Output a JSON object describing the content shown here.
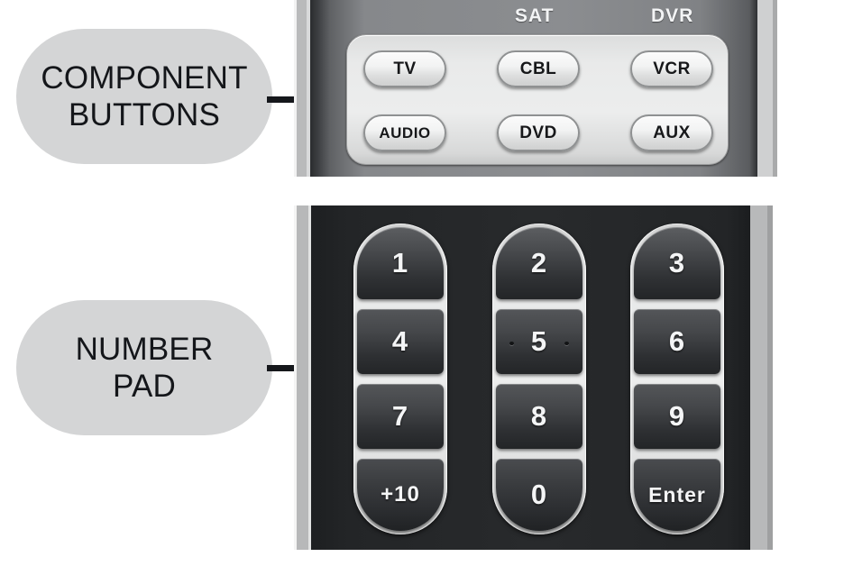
{
  "callouts": [
    {
      "id": "component",
      "line1": "COMPONENT",
      "line2": "BUTTONS"
    },
    {
      "id": "numberpad",
      "line1": "NUMBER",
      "line2": "PAD"
    }
  ],
  "remote": {
    "component_section": {
      "top_labels": {
        "sat": "SAT",
        "dvr": "DVR"
      },
      "buttons": [
        {
          "key": "tv",
          "label": "TV"
        },
        {
          "key": "cbl",
          "label": "CBL"
        },
        {
          "key": "vcr",
          "label": "VCR"
        },
        {
          "key": "audio",
          "label": "AUDIO"
        },
        {
          "key": "dvd",
          "label": "DVD"
        },
        {
          "key": "aux",
          "label": "AUX"
        }
      ]
    },
    "number_pad": {
      "columns": [
        {
          "keys": [
            {
              "label": "1"
            },
            {
              "label": "4"
            },
            {
              "label": "7"
            },
            {
              "label": "+10"
            }
          ]
        },
        {
          "keys": [
            {
              "label": "2"
            },
            {
              "label": "5"
            },
            {
              "label": "8"
            },
            {
              "label": "0"
            }
          ]
        },
        {
          "keys": [
            {
              "label": "3"
            },
            {
              "label": "6"
            },
            {
              "label": "9"
            },
            {
              "label": "Enter"
            }
          ]
        }
      ]
    }
  },
  "colors": {
    "callout_bg": "#d4d5d6",
    "callout_text": "#14161a",
    "leader_line": "#15171b",
    "remote_body_dark": "#282a2c",
    "remote_body_grey": "#8b8d90",
    "button_face_light": "#f2f3f3",
    "key_face_dark": "#45474a"
  }
}
